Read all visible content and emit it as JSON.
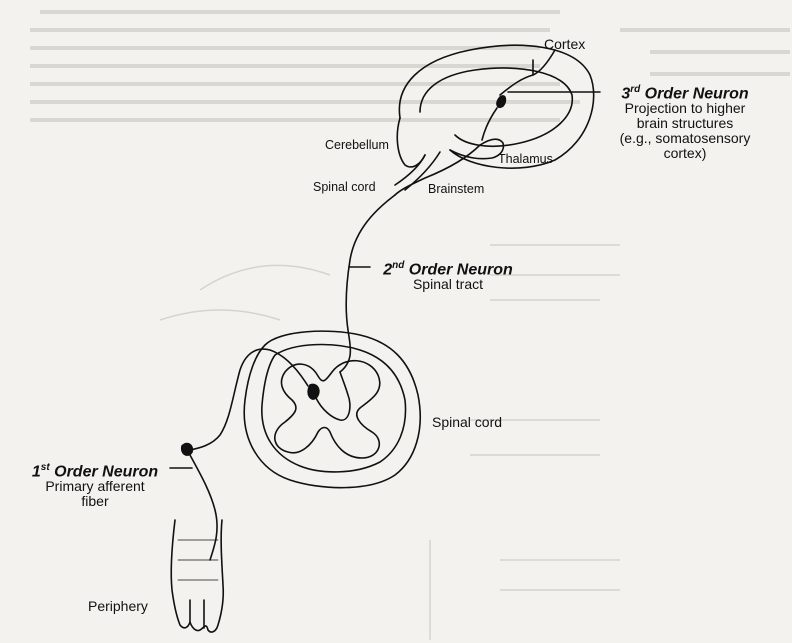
{
  "labels": {
    "cortex": "Cortex",
    "cerebellum": "Cerebellum",
    "thalamus": "Thalamus",
    "spinal_cord_upper": "Spinal cord",
    "brainstem": "Brainstem",
    "spinal_cord_lower": "Spinal cord",
    "periphery": "Periphery"
  },
  "neurons": {
    "third": {
      "ordinal": "3",
      "suffix": "rd",
      "title": "Order Neuron",
      "description": [
        "Projection to higher",
        "brain structures",
        "(e.g., somatosensory",
        "cortex)"
      ]
    },
    "second": {
      "ordinal": "2",
      "suffix": "nd",
      "title": "Order Neuron",
      "description": [
        "Spinal tract"
      ]
    },
    "first": {
      "ordinal": "1",
      "suffix": "st",
      "title": "Order Neuron",
      "description": [
        "Primary afferent",
        "fiber"
      ]
    }
  },
  "colors": {
    "background": "#f3f2ef",
    "ink": "#111111",
    "bleed_through": "#b9b7b1"
  }
}
